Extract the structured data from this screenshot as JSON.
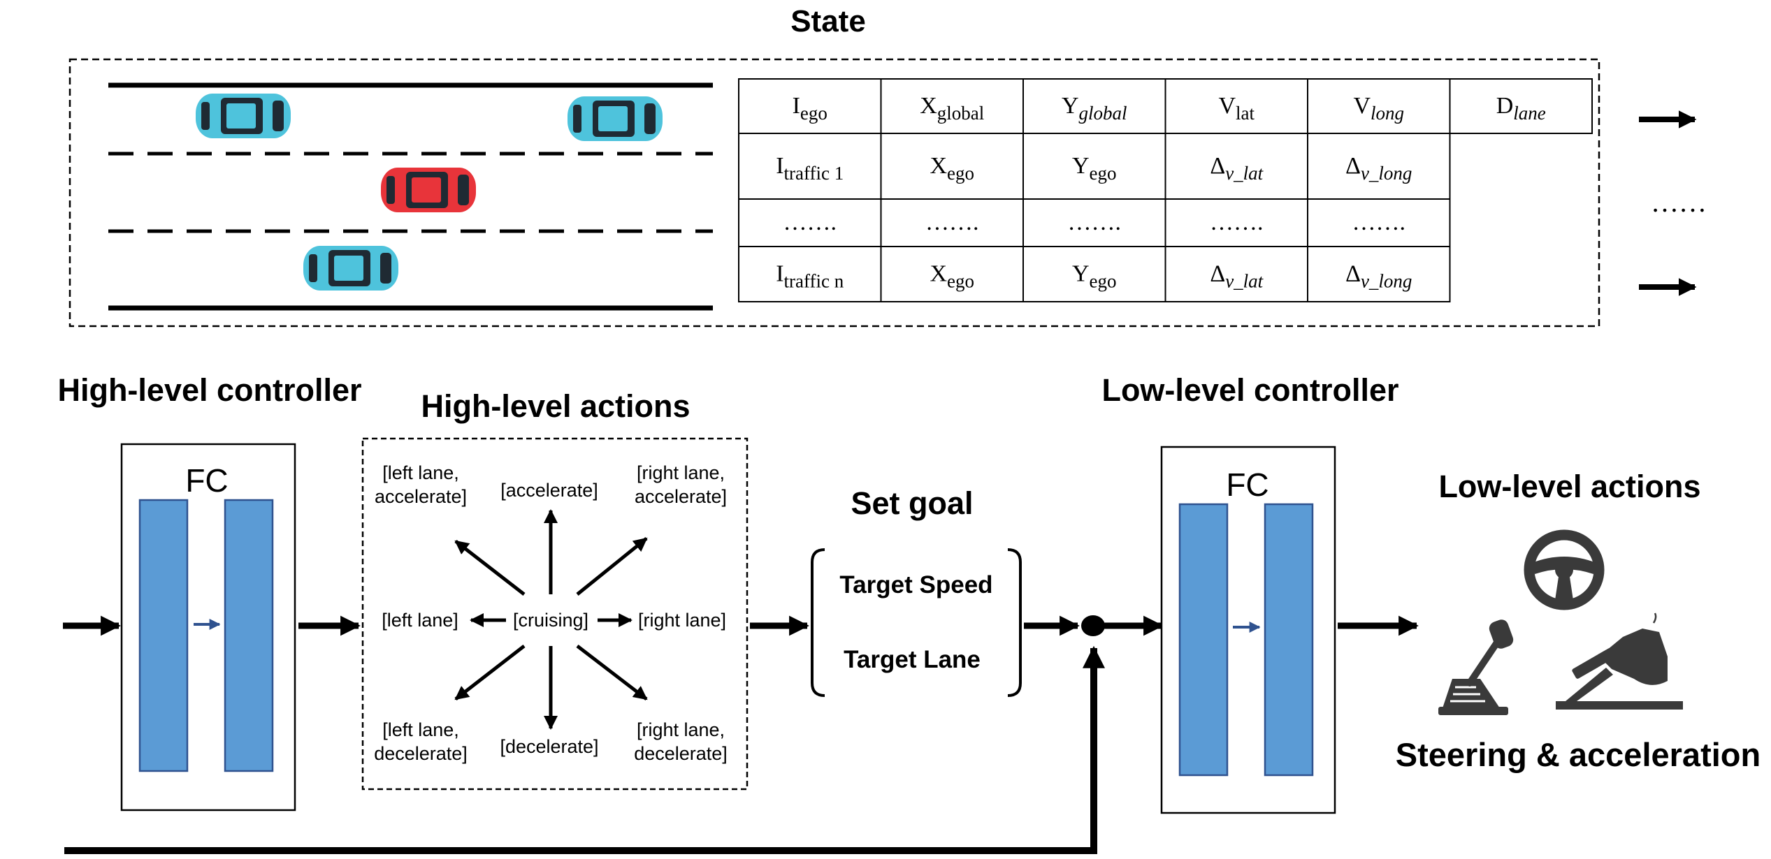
{
  "state": {
    "title": "State",
    "table": {
      "rows": [
        [
          {
            "base": "I",
            "sub": "ego"
          },
          {
            "base": "X",
            "sub": "global"
          },
          {
            "base": "Y",
            "sub": "global",
            "sub_italic": true
          },
          {
            "base": "V",
            "sub": "lat"
          },
          {
            "base": "V",
            "sub": "long",
            "sub_italic": true
          },
          {
            "base": "D",
            "sub": "lane",
            "sub_italic": true
          }
        ],
        [
          {
            "base": "I",
            "sub": "traffic 1"
          },
          {
            "base": "X",
            "sub": "ego"
          },
          {
            "base": "Y",
            "sub": "ego"
          },
          {
            "base": "Δ",
            "sub": "v_lat",
            "sub_italic": true
          },
          {
            "base": "Δ",
            "sub": "v_long",
            "sub_italic": true
          }
        ],
        [
          {
            "base": "……."
          },
          {
            "base": "……."
          },
          {
            "base": "……."
          },
          {
            "base": "……."
          },
          {
            "base": "……."
          }
        ],
        [
          {
            "base": "I",
            "sub": "traffic n"
          },
          {
            "base": "X",
            "sub": "ego"
          },
          {
            "base": "Y",
            "sub": "ego"
          },
          {
            "base": "Δ",
            "sub": "v_lat",
            "sub_italic": true
          },
          {
            "base": "Δ",
            "sub": "v_long",
            "sub_italic": true
          }
        ]
      ],
      "continuation": "……"
    },
    "colors": {
      "ego_car": "#e8343a",
      "traffic_car": "#4ec3dc"
    }
  },
  "high_level_controller": {
    "title": "High-level controller",
    "network_label": "FC"
  },
  "high_level_actions": {
    "title": "High-level actions",
    "center": "[cruising]",
    "options": {
      "up_left": [
        "[left lane,",
        "accelerate]"
      ],
      "up": [
        "[accelerate]"
      ],
      "up_right": [
        "[right lane,",
        "accelerate]"
      ],
      "left": [
        "[left lane]"
      ],
      "right": [
        "[right lane]"
      ],
      "down_left": [
        "[left lane,",
        "decelerate]"
      ],
      "down": [
        "[decelerate]"
      ],
      "down_right": [
        "[right lane,",
        "decelerate]"
      ]
    }
  },
  "set_goal": {
    "title": "Set goal",
    "items": [
      "Target Speed",
      "Target Lane"
    ]
  },
  "low_level_controller": {
    "title": "Low-level controller",
    "network_label": "FC"
  },
  "low_level_actions": {
    "title": "Low-level actions",
    "caption": "Steering & acceleration",
    "icons": [
      "steering-wheel-icon",
      "gear-shift-icon",
      "pedal-icon"
    ]
  },
  "colors": {
    "network_layer": "#5b9bd5",
    "network_border": "#2f528f",
    "line": "#000000"
  }
}
